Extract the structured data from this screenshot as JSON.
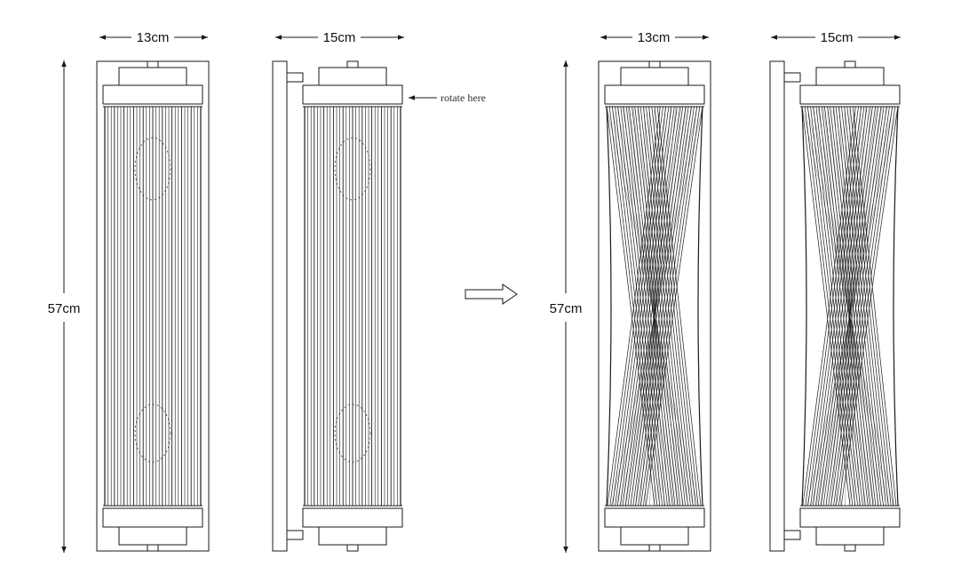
{
  "labels": {
    "width_front": "13cm",
    "width_side": "15cm",
    "height": "57cm",
    "rotate_note": "rotate here"
  },
  "colors": {
    "line": "#1a1a1a",
    "background": "#ffffff"
  },
  "icons": {
    "transform_arrow": "right-arrow-outline-icon"
  }
}
